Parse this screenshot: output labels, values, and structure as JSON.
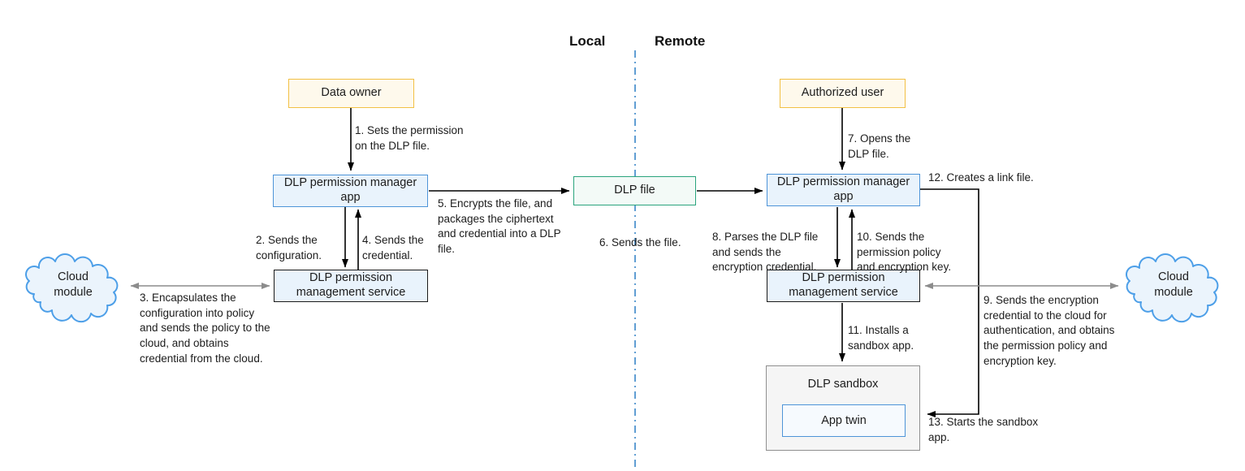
{
  "header": {
    "local_label": "Local",
    "remote_label": "Remote"
  },
  "nodes": {
    "data_owner": "Data owner",
    "authorized_user": "Authorized user",
    "app_local": "DLP permission manager app",
    "app_remote": "DLP permission manager app",
    "dlp_file": "DLP file",
    "service_local": "DLP permission management service",
    "service_remote": "DLP permission management service",
    "sandbox_title": "DLP sandbox",
    "app_twin": "App twin",
    "cloud_left": "Cloud module",
    "cloud_right": "Cloud module"
  },
  "steps": {
    "s1": "1. Sets the permission on the DLP file.",
    "s2": "2. Sends the configuration.",
    "s3": "3. Encapsulates the configuration into policy and sends the policy to the cloud, and obtains credential from the cloud.",
    "s4": "4. Sends the credential.",
    "s5": "5. Encrypts the file, and packages the ciphertext and credential into a DLP file.",
    "s6": "6. Sends the file.",
    "s7": "7. Opens the DLP file.",
    "s8": "8. Parses the DLP file and sends the encryption credential.",
    "s9": "9. Sends the encryption credential to the cloud for authentication, and obtains the permission policy and encryption key.",
    "s10": "10. Sends the permission policy and encryption key.",
    "s11": "11. Installs a sandbox app.",
    "s12": "12. Creates a link file.",
    "s13": "13. Starts the sandbox app."
  },
  "colors": {
    "actor_border": "#F2C044",
    "actor_fill": "#FEF9EC",
    "app_border": "#4D94D8",
    "app_fill": "#E9F3FC",
    "service_border": "#1A1A1A",
    "file_border": "#2AA47D",
    "file_fill": "#F3FAF7",
    "sandbox_border": "#8F8F8F",
    "sandbox_fill": "#F5F5F5",
    "cloud_stroke": "#4D9FE8",
    "cloud_fill": "#EBF4FC",
    "divider": "#3A87C8",
    "arrow_black": "#000000",
    "arrow_gray": "#8C8C8C",
    "text": "#1C1C1C"
  }
}
